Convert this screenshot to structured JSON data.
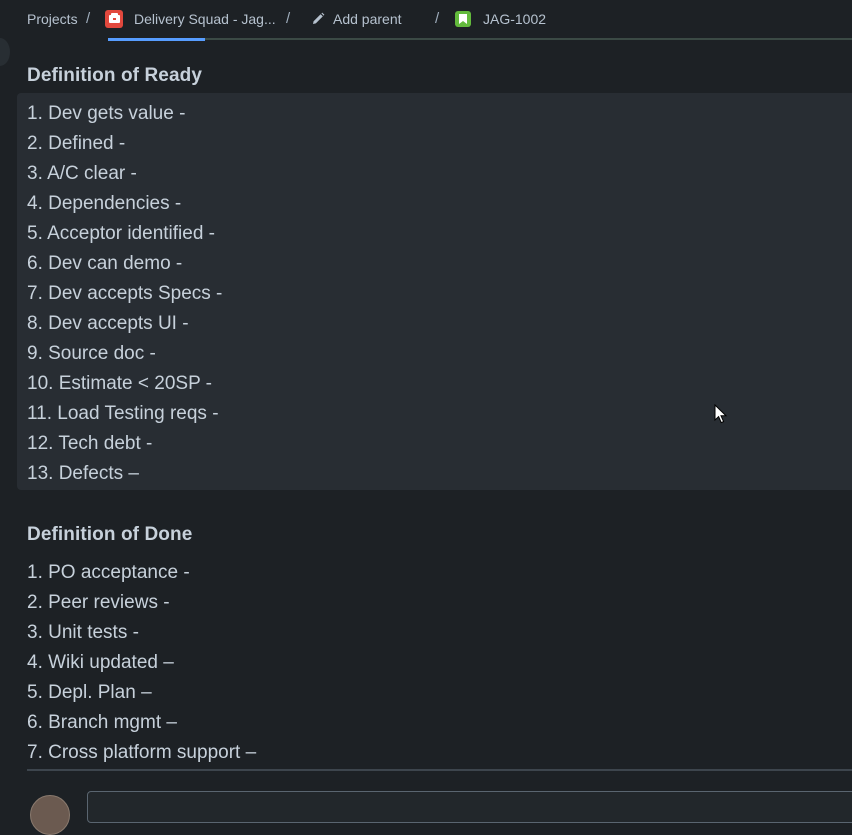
{
  "breadcrumb": {
    "projects": "Projects",
    "project_name": "Delivery Squad - Jag...",
    "add_parent": "Add parent",
    "issue_key": "JAG-1002",
    "separator": "/"
  },
  "ready": {
    "title": "Definition of Ready",
    "items": [
      "1. Dev gets value -",
      "2. Defined -",
      "3. A/C clear -",
      "4. Dependencies -",
      "5. Acceptor identified -",
      "6. Dev can demo -",
      "7. Dev accepts Specs -",
      "8. Dev accepts UI -",
      "9. Source doc -",
      "10. Estimate < 20SP -",
      "11. Load Testing reqs -",
      "12. Tech debt -",
      "13. Defects –"
    ]
  },
  "done": {
    "title": "Definition of Done",
    "items": [
      "1. PO acceptance -",
      "2. Peer reviews -",
      "3. Unit tests -",
      "4. Wiki updated –",
      "5. Depl. Plan –",
      "6. Branch mgmt –",
      "7. Cross platform support –"
    ]
  },
  "icons": {
    "project": "project-avatar-icon",
    "add_parent": "pencil-icon",
    "issue_type": "story-icon",
    "pointer": "mouse-cursor-icon"
  },
  "colors": {
    "background": "#1d2125",
    "panel": "#282d33",
    "text": "#c7d1db",
    "accent": "#579dff",
    "project_icon": "#e2483d",
    "story_icon": "#63ba3c"
  }
}
